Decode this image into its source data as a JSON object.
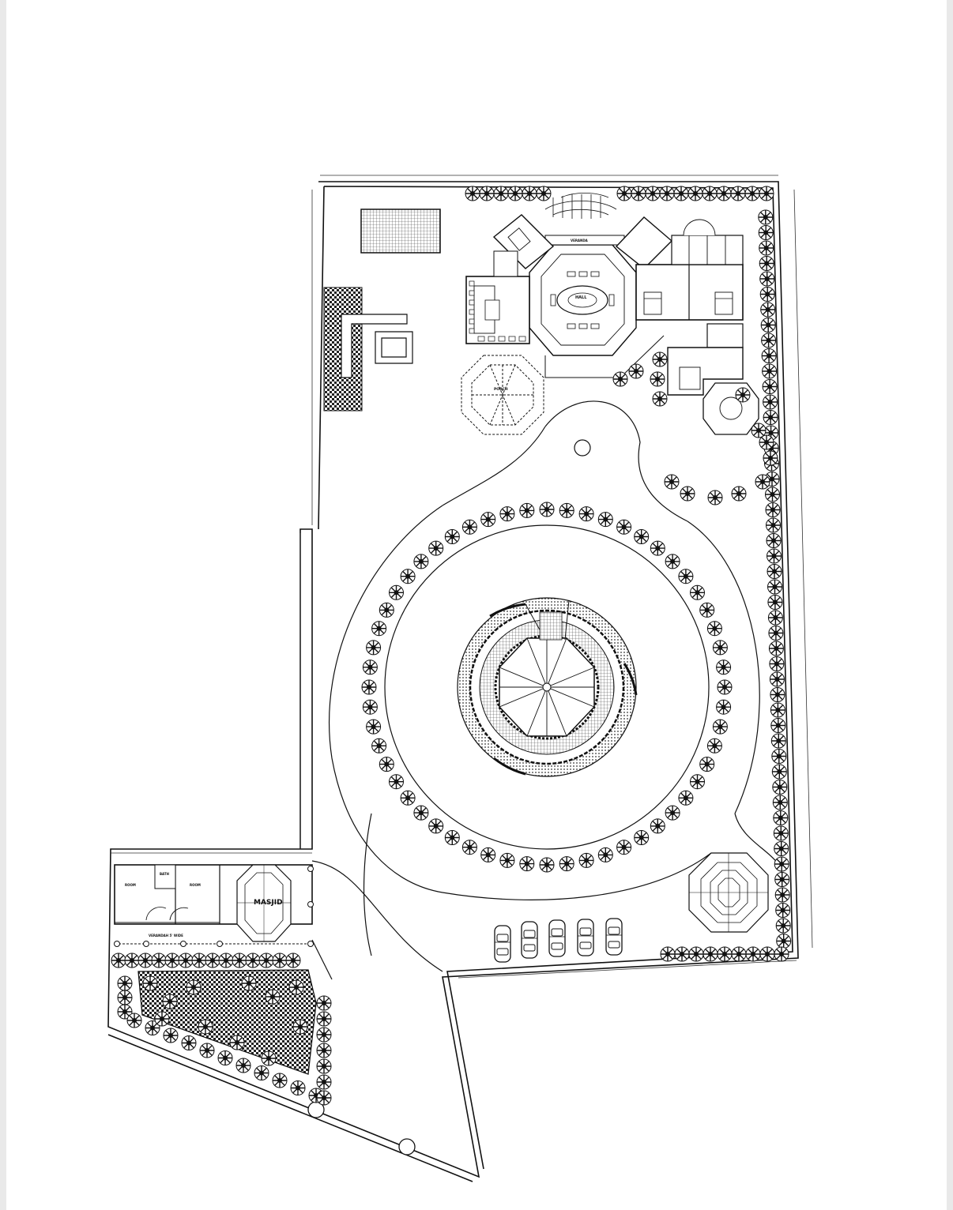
{
  "plan": {
    "labels": {
      "masjid": "MASJID",
      "hall": "HALL",
      "veranda": "VERANDA",
      "porch": "PORCH",
      "room": "ROOM",
      "bath": "BATH",
      "verandah_bottom": "VERANDAH 5' WIDE"
    },
    "colors": {
      "line": "#1a1a1a",
      "paper": "#ffffff",
      "hatch": "#333333"
    },
    "icons": [
      "tree-icon",
      "car-icon",
      "gazebo-icon",
      "fountain-icon"
    ]
  }
}
